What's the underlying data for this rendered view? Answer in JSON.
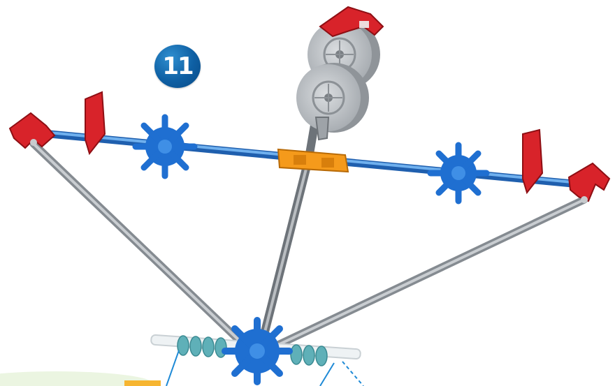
{
  "step": {
    "number": "11"
  },
  "colors": {
    "rod_gray": "#9aa0a6",
    "rod_blue": "#3b86d8",
    "connector_red": "#d8232a",
    "connector_blue": "#1f6fd1",
    "connector_orange": "#f59a1b",
    "pulley_gray": "#b7bbbf",
    "spacer_teal": "#5fb0b8",
    "guide_line_blue": "#1f8ad6",
    "badge_blue": "#0e5fa3"
  },
  "parts": {
    "red_end_connectors": 3,
    "red_clip_connectors": 2,
    "blue_snowflake_connectors": 3,
    "orange_connector": 1,
    "gray_pulleys": 2
  }
}
